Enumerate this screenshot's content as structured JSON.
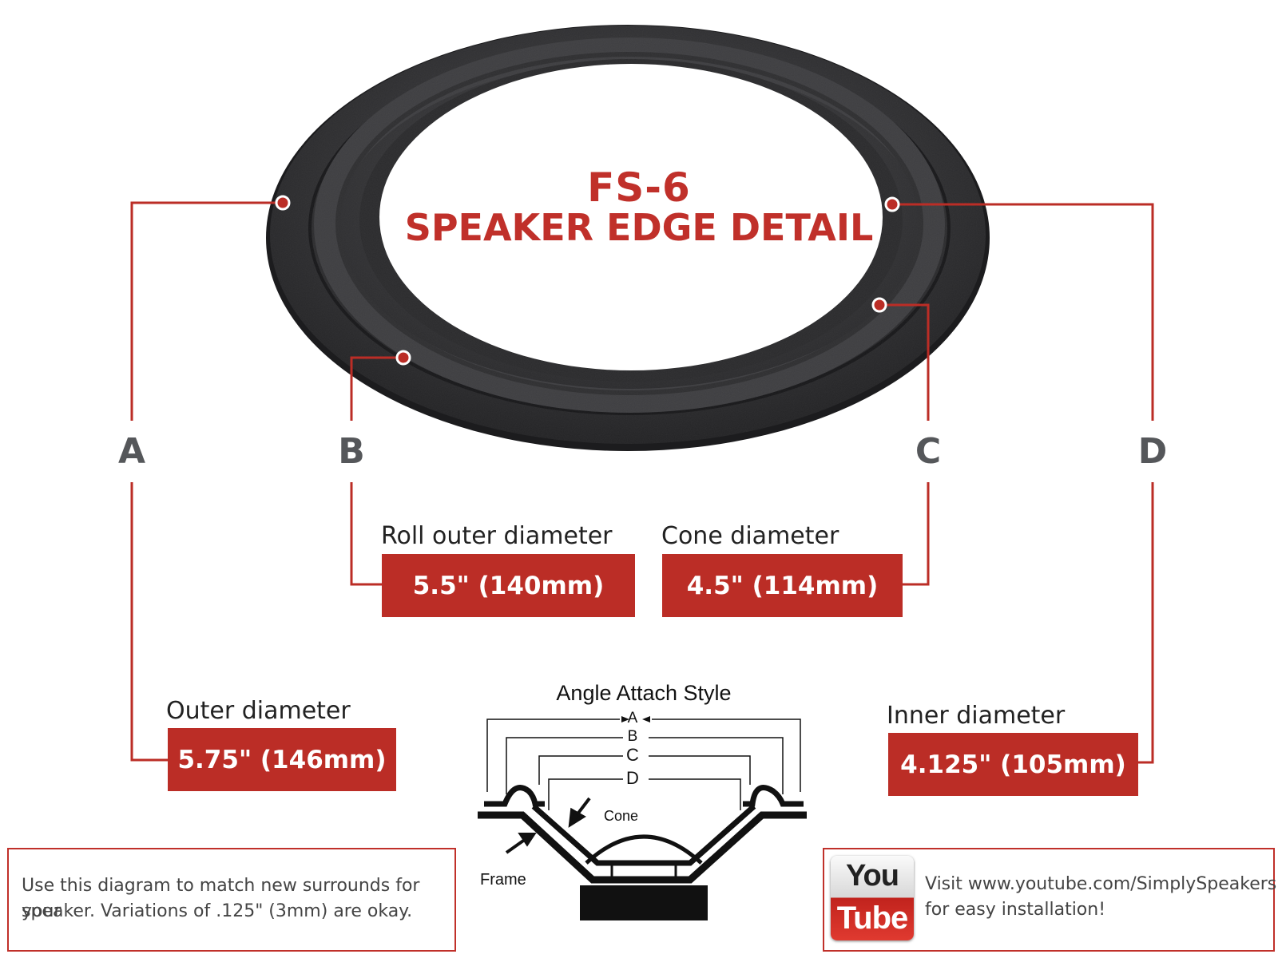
{
  "title": {
    "line1": "FS-6",
    "line2": "SPEAKER EDGE DETAIL"
  },
  "letters": {
    "a": "A",
    "b": "B",
    "c": "C",
    "d": "D"
  },
  "measurements": {
    "outer": {
      "label": "Outer diameter",
      "value": "5.75\" (146mm)"
    },
    "roll_outer": {
      "label": "Roll outer diameter",
      "value": "5.5\" (140mm)"
    },
    "cone": {
      "label": "Cone diameter",
      "value": "4.5\" (114mm)"
    },
    "inner": {
      "label": "Inner diameter",
      "value": "4.125\" (105mm)"
    }
  },
  "attach_diagram": {
    "title": "Angle Attach Style",
    "letters": [
      "A",
      "B",
      "C",
      "D"
    ],
    "cone_label": "Cone",
    "frame_label": "Frame"
  },
  "note": {
    "line1": "Use this diagram to match new surrounds for your",
    "line2": "speaker. Variations of .125\" (3mm) are okay."
  },
  "youtube": {
    "logo_top": "You",
    "logo_bottom": "Tube",
    "line1": "Visit www.youtube.com/SimplySpeakers",
    "line2": "for easy installation!"
  },
  "colors": {
    "accent": "#bb2d26",
    "surround": "#2a2a2c",
    "letter": "#55575a"
  }
}
